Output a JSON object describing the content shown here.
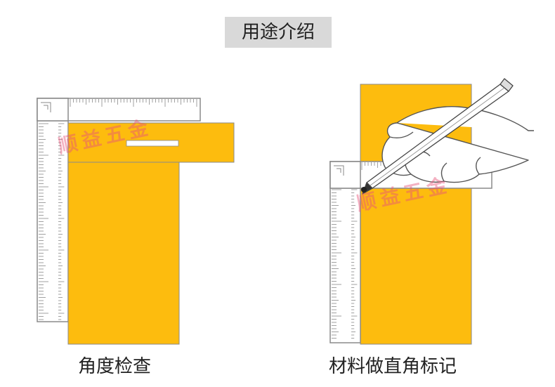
{
  "title": "用途介绍",
  "panels": [
    {
      "caption": "角度检查"
    },
    {
      "caption": "材料做直角标记"
    }
  ],
  "watermark": "顺益五金",
  "colors": {
    "material": "#FDBC0E",
    "ruler_face": "#ffffff",
    "ruler_outline": "#8a8a8a",
    "title_bg": "#d9d9d9",
    "watermark": "#e8547a"
  }
}
